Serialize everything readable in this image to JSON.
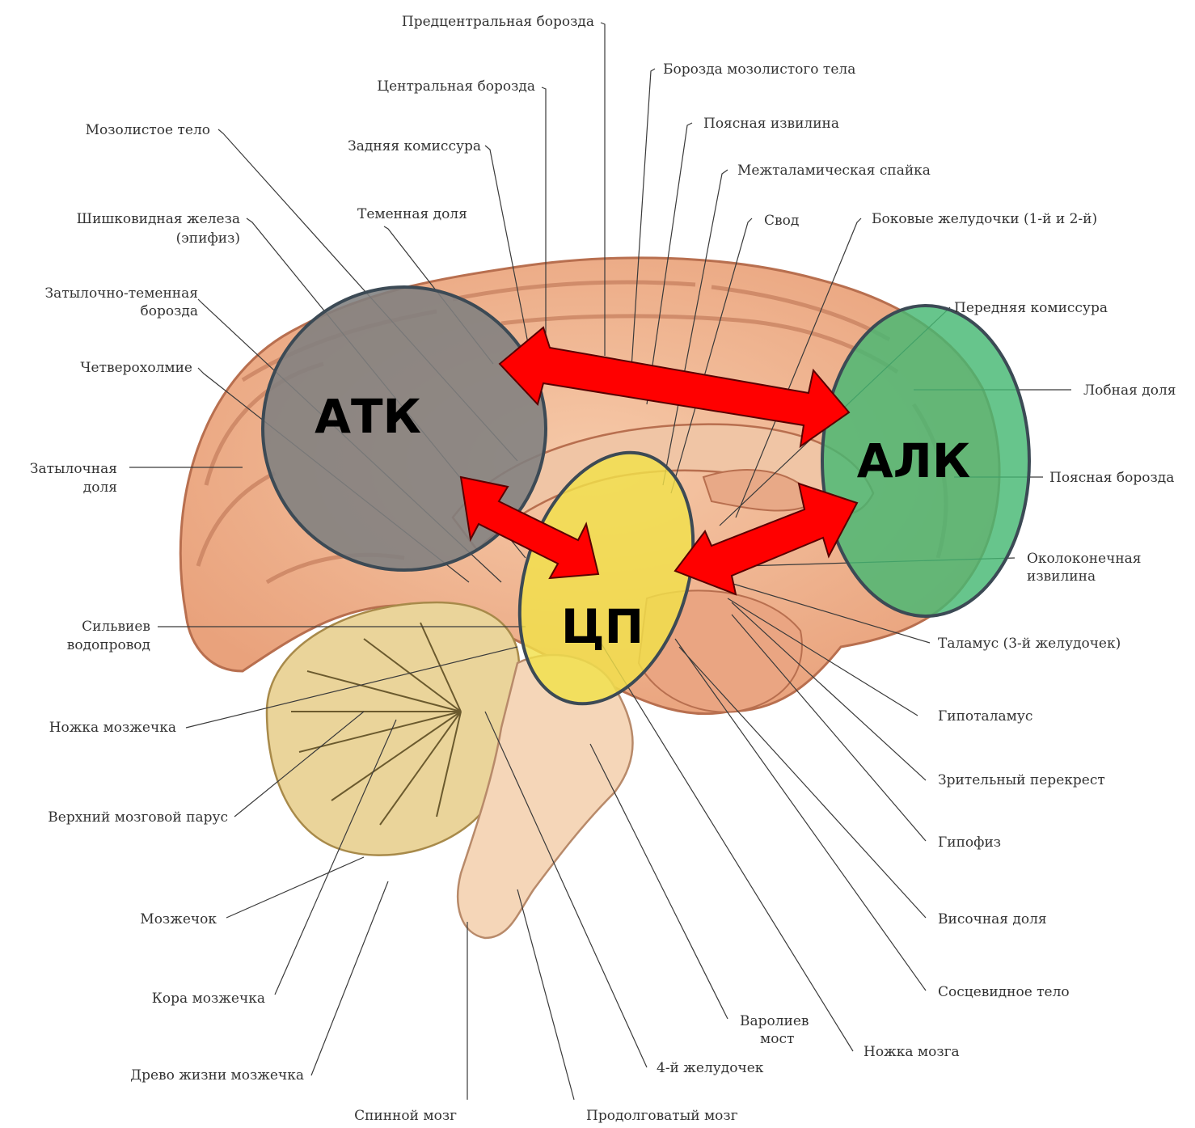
{
  "colors": {
    "cortex": "#f2b894",
    "cortex_dark": "#c77e5d",
    "atk_zone": "#7f7f7f",
    "alk_zone": "#45b873",
    "cp_zone": "#f2e14a",
    "arrow": "#ff0000",
    "cerebellum": "#ead49a",
    "brainstem": "#f5d6b8"
  },
  "zones": {
    "atk": "АТК",
    "alk": "АЛК",
    "cp": "ЦП"
  },
  "labels": {
    "precentral_sulcus": "Предцентральная борозда",
    "corpus_callosum_sulcus": "Борозда мозолистого тела",
    "central_sulcus": "Центральная борозда",
    "cingulate_gyrus": "Поясная извилина",
    "corpus_callosum": "Мозолистое тело",
    "posterior_commissure": "Задняя комиссура",
    "interthalamic_adhesion": "Межталамическая спайка",
    "pineal_gland_1": "Шишковидная железа",
    "pineal_gland_2": "(эпифиз)",
    "parietal_lobe": "Теменная доля",
    "fornix": "Свод",
    "lateral_ventricles": "Боковые желудочки (1-й и 2-й)",
    "parieto_occipital_1": "Затылочно-теменная",
    "parieto_occipital_2": "борозда",
    "anterior_commissure": "Передняя комиссура",
    "quadrigemina": "Четверохолмие",
    "frontal_lobe": "Лобная доля",
    "occipital_lobe_1": "Затылочная",
    "occipital_lobe_2": "доля",
    "cingulate_sulcus": "Поясная борозда",
    "paraterminal_1": "Околоконечная",
    "paraterminal_2": "извилина",
    "sylvian_aqueduct_1": "Сильвиев",
    "sylvian_aqueduct_2": "водопровод",
    "thalamus": "Таламус (3-й желудочек)",
    "cerebellar_peduncle": "Ножка мозжечка",
    "hypothalamus": "Гипоталамус",
    "optic_chiasm": "Зрительный перекрест",
    "superior_velum": "Верхний мозговой парус",
    "pituitary": "Гипофиз",
    "cerebellum": "Мозжечок",
    "temporal_lobe": "Височная доля",
    "cerebellar_cortex": "Кора мозжечка",
    "mammillary_body": "Сосцевидное тело",
    "pons_1": "Варолиев",
    "pons_2": "мост",
    "cerebral_peduncle": "Ножка мозга",
    "arbor_vitae": "Древо жизни мозжечка",
    "fourth_ventricle": "4-й желудочек",
    "spinal_cord": "Спинной мозг",
    "medulla": "Продолговатый мозг"
  }
}
